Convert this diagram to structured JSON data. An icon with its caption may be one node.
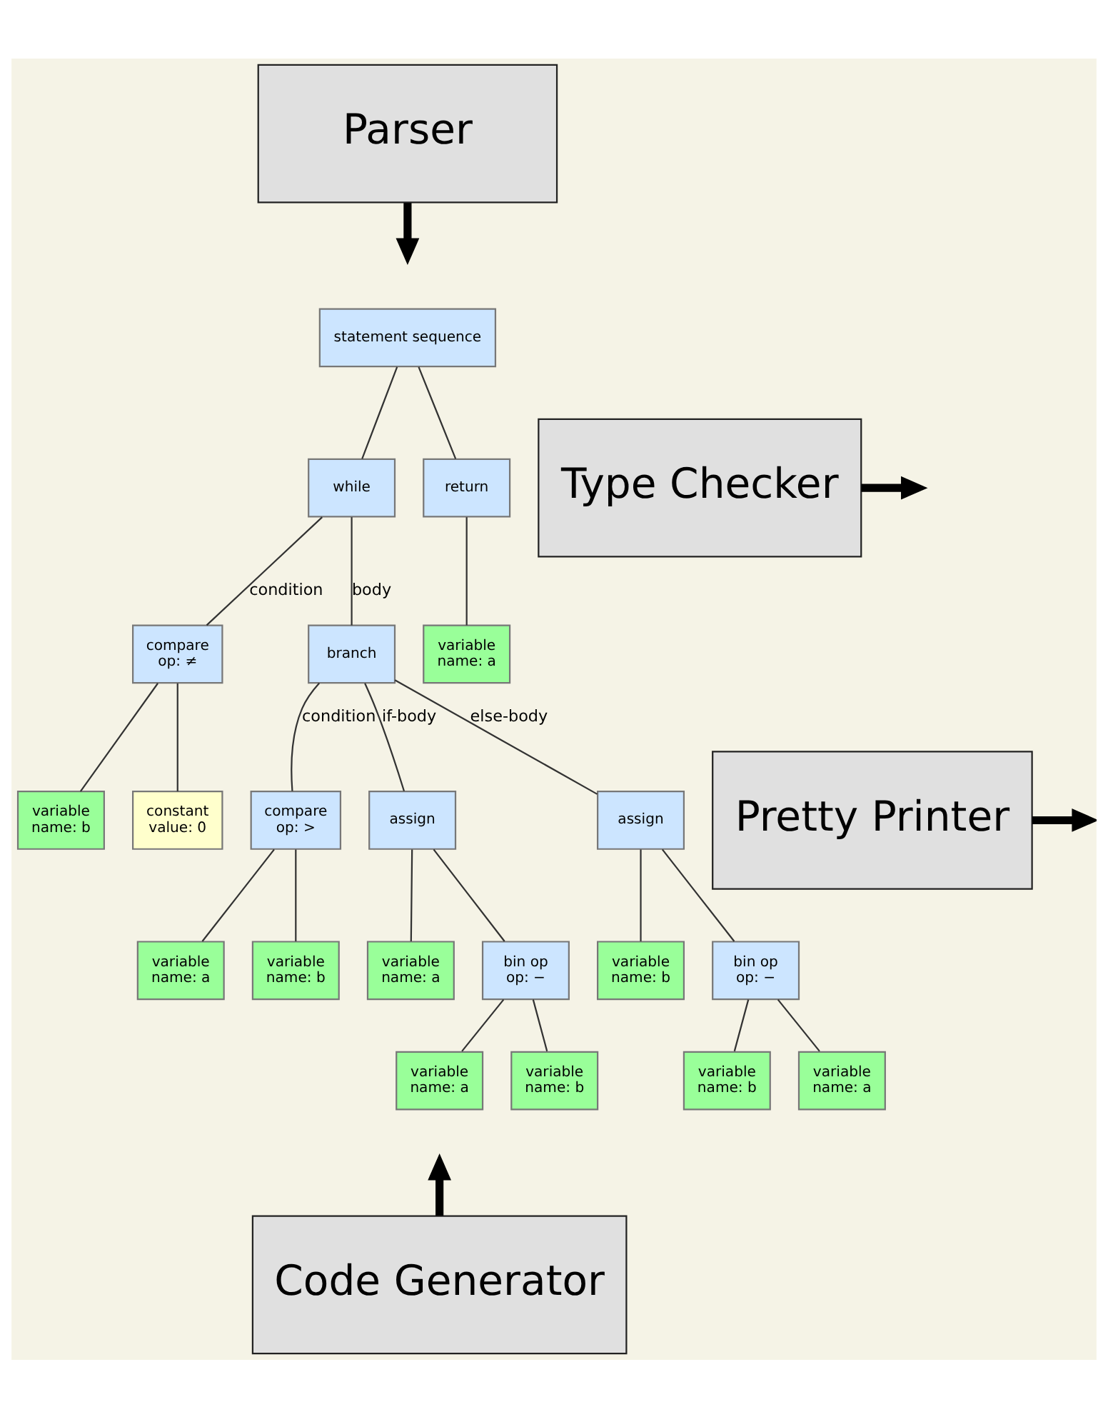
{
  "diagram": {
    "nodes": [
      {
        "text": [
          "Parser"
        ]
      },
      {
        "text": [
          "statement sequence"
        ]
      },
      {
        "text": [
          "Type Checker"
        ]
      },
      {
        "text": [
          "while"
        ]
      },
      {
        "text": [
          "return"
        ]
      },
      {
        "text": [
          "compare",
          "op: ≠"
        ]
      },
      {
        "text": [
          "variable",
          "name: a"
        ]
      },
      {
        "text": [
          "variable",
          "name: b"
        ]
      },
      {
        "text": [
          "constant",
          "value: 0"
        ]
      },
      {
        "text": [
          "branch"
        ]
      },
      {
        "text": [
          "compare",
          "op: >"
        ]
      },
      {
        "text": [
          "assign"
        ]
      },
      {
        "text": [
          "assign"
        ]
      },
      {
        "text": [
          "variable",
          "name: a"
        ]
      },
      {
        "text": [
          "variable",
          "name: b"
        ]
      },
      {
        "text": [
          "variable",
          "name: a"
        ]
      },
      {
        "text": [
          "bin op",
          "op: −"
        ]
      },
      {
        "text": [
          "variable",
          "name: b"
        ]
      },
      {
        "text": [
          "bin op",
          "op: −"
        ]
      },
      {
        "text": [
          "Pretty Printer"
        ]
      },
      {
        "text": [
          "variable",
          "name: a"
        ]
      },
      {
        "text": [
          "variable",
          "name: b"
        ]
      },
      {
        "text": [
          "variable",
          "name: b"
        ]
      },
      {
        "text": [
          "variable",
          "name: a"
        ]
      },
      {
        "text": [
          "Code Generator"
        ]
      }
    ],
    "edges": [
      {
        "from": 0,
        "to": null,
        "arrow": "to",
        "style": "thick"
      },
      {
        "from": 1,
        "to": 3,
        "arrow": "none"
      },
      {
        "from": 1,
        "to": 4,
        "arrow": "none"
      },
      {
        "from": 3,
        "to": 5,
        "arrow": "none",
        "label": "condition"
      },
      {
        "from": 3,
        "to": 9,
        "arrow": "none",
        "label": "body"
      },
      {
        "from": 4,
        "to": 6,
        "arrow": "none"
      },
      {
        "from": 5,
        "to": 7,
        "arrow": "none"
      },
      {
        "from": 5,
        "to": 8,
        "arrow": "none"
      },
      {
        "from": 9,
        "to": 10,
        "arrow": "none",
        "label": "condition"
      },
      {
        "from": 9,
        "to": 11,
        "arrow": "none",
        "label": "if-body"
      },
      {
        "from": 9,
        "to": 12,
        "arrow": "none",
        "label": "else-body"
      },
      {
        "from": 10,
        "to": 13,
        "arrow": "none"
      },
      {
        "from": 10,
        "to": 14,
        "arrow": "none"
      },
      {
        "from": 11,
        "to": 15,
        "arrow": "none"
      },
      {
        "from": 11,
        "to": 16,
        "arrow": "none"
      },
      {
        "from": 12,
        "to": 17,
        "arrow": "none"
      },
      {
        "from": 12,
        "to": 18,
        "arrow": "none"
      },
      {
        "from": 16,
        "to": 20,
        "arrow": "none"
      },
      {
        "from": 16,
        "to": 21,
        "arrow": "none"
      },
      {
        "from": 18,
        "to": 22,
        "arrow": "none"
      },
      {
        "from": 18,
        "to": 23,
        "arrow": "none"
      },
      {
        "from": 2,
        "to": null,
        "arrow": "to",
        "style": "thick"
      },
      {
        "from": 19,
        "to": null,
        "arrow": "to",
        "style": "thick"
      },
      {
        "from": 24,
        "to": null,
        "arrow": "to",
        "style": "thick"
      }
    ]
  }
}
